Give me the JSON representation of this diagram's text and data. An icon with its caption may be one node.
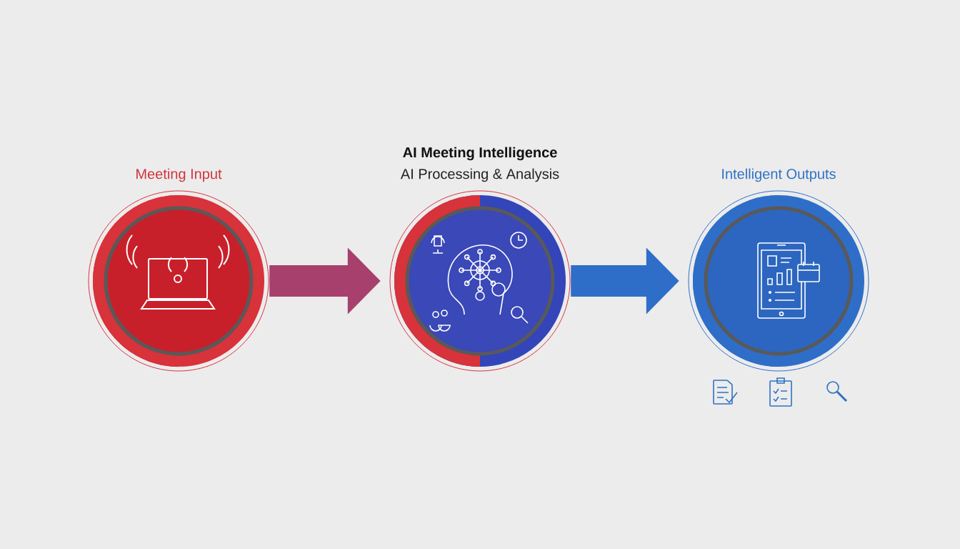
{
  "diagram": {
    "nodes": [
      {
        "text": [
          "Meeting Input"
        ]
      },
      {
        "text": [
          "AI Meeting Intelligence",
          "AI Processing & Analysis"
        ]
      },
      {
        "text": [
          "Intelligent Outputs"
        ]
      }
    ],
    "edges": [
      {
        "from": 0,
        "to": 1,
        "arrow": "to",
        "color": "#a8406e"
      },
      {
        "from": 1,
        "to": 2,
        "arrow": "to",
        "color": "#2f6ec8"
      }
    ]
  }
}
